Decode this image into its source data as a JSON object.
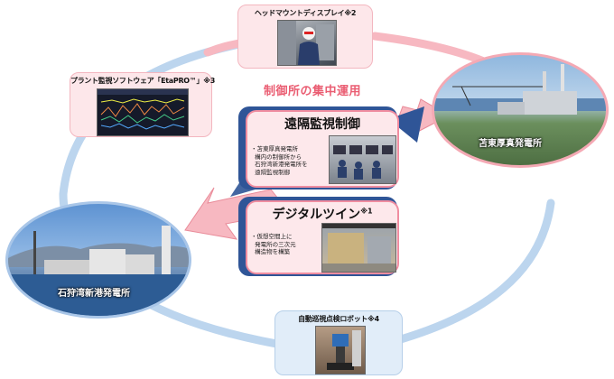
{
  "cards": {
    "hmd": {
      "label": "ヘッドマウントディスプレイ※2"
    },
    "software": {
      "label": "プラント監視ソフトウェア「EtaPRO™」※3"
    },
    "robot": {
      "label": "自動巡視点検ロボット※4"
    }
  },
  "plants": {
    "tomato": {
      "label": "苫東厚真発電所"
    },
    "ishikari": {
      "label": "石狩湾新港発電所"
    }
  },
  "central": {
    "title": "制御所の集中運用"
  },
  "remote": {
    "title": "遠隔監視制御",
    "text": "・苫東厚真発電所\n  構内の制御所から\n  石狩湾新港発電所を\n  遠隔監視制御"
  },
  "twin": {
    "title": "デジタルツイン",
    "note": "※1",
    "text": "・仮想空間上に\n  発電所の三次元\n  構造物を構築"
  },
  "colors": {
    "pink": "#f7b8c1",
    "blue": "#b9d3ec",
    "accent": "#ea5d72",
    "navy": "#2f5597"
  }
}
